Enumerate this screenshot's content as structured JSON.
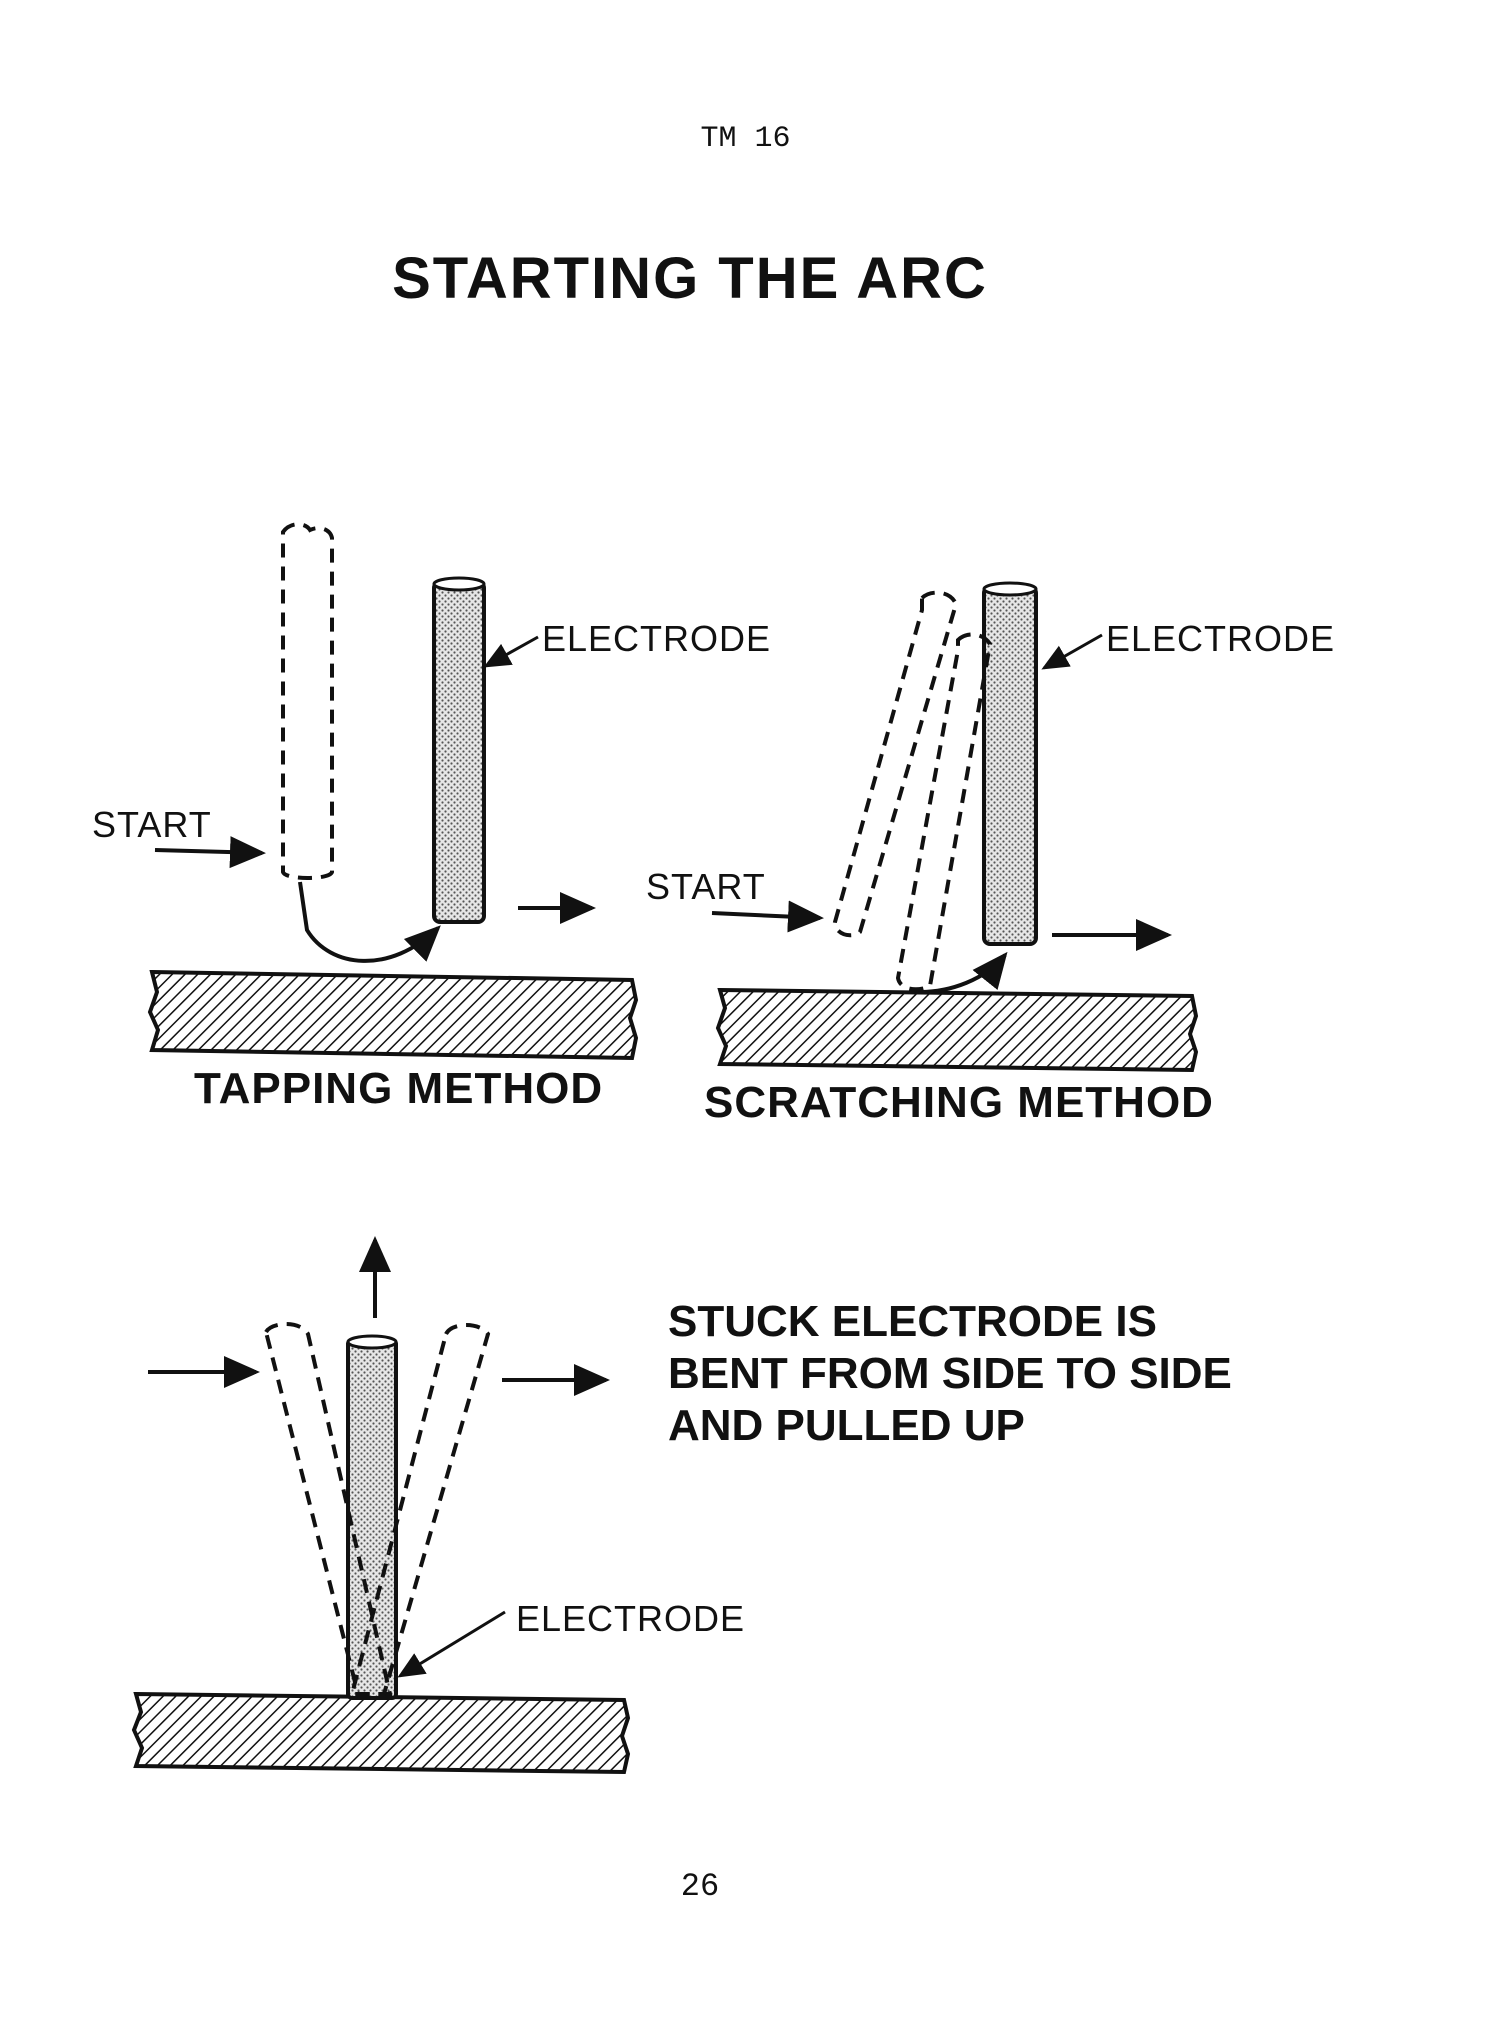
{
  "header": "TM 16",
  "title": "STARTING THE ARC",
  "footer": "26",
  "panels": {
    "tapping": {
      "caption": "TAPPING METHOD",
      "start_label": "START",
      "electrode_label": "ELECTRODE"
    },
    "scratching": {
      "caption": "SCRATCHING METHOD",
      "start_label": "START",
      "electrode_label": "ELECTRODE"
    },
    "stuck": {
      "note_lines": [
        "STUCK ELECTRODE IS",
        "BENT  FROM SIDE TO SIDE",
        "AND PULLED UP"
      ],
      "electrode_label": "ELECTRODE"
    }
  },
  "colors": {
    "ink": "#111111",
    "paper": "#ffffff",
    "stipple": "#bdbdbd"
  }
}
